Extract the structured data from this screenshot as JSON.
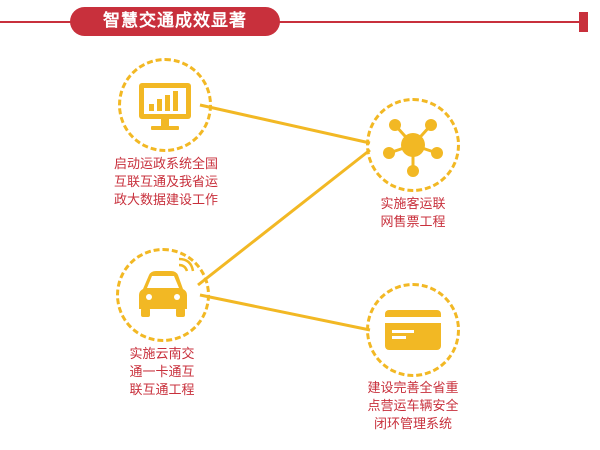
{
  "header": {
    "title": "智慧交通成效显著"
  },
  "nodes": [
    {
      "id": "monitor",
      "icon": "bar-chart-monitor-icon",
      "lines": [
        "启动运政系统全国",
        "互联互通及我省运",
        "政大数据建设工作"
      ]
    },
    {
      "id": "car",
      "icon": "car-signal-icon",
      "lines": [
        "实施云南交",
        "通一卡通互",
        "联互通工程"
      ]
    },
    {
      "id": "network",
      "icon": "network-hub-icon",
      "lines": [
        "实施客运联",
        "网售票工程"
      ]
    },
    {
      "id": "card",
      "icon": "card-icon",
      "lines": [
        "建设完善全省重",
        "点营运车辆安全",
        "闭环管理系统"
      ]
    }
  ],
  "colors": {
    "accent_red": "#c8303c",
    "accent_yellow": "#f2b824"
  }
}
